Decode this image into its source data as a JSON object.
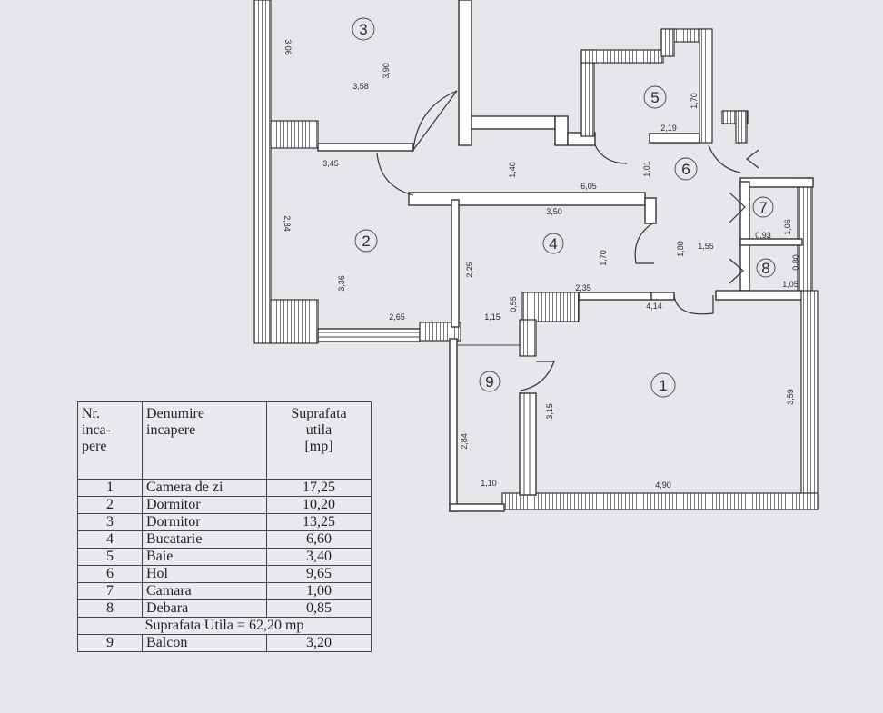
{
  "rooms": [
    {
      "num": "1",
      "name": "Camera de zi",
      "area": "17,25"
    },
    {
      "num": "2",
      "name": "Dormitor",
      "area": "10,20"
    },
    {
      "num": "3",
      "name": "Dormitor",
      "area": "13,25"
    },
    {
      "num": "4",
      "name": "Bucatarie",
      "area": "6,60"
    },
    {
      "num": "5",
      "name": "Baie",
      "area": "3,40"
    },
    {
      "num": "6",
      "name": "Hol",
      "area": "9,65"
    },
    {
      "num": "7",
      "name": "Camara",
      "area": "1,00"
    },
    {
      "num": "8",
      "name": "Debara",
      "area": "0,85"
    }
  ],
  "balcony": {
    "num": "9",
    "name": "Balcon",
    "area": "3,20"
  },
  "table": {
    "col1": "Nr. inca- pere",
    "col1_lines": [
      "Nr.",
      "inca-",
      "pere"
    ],
    "col2_lines": [
      "Denumire",
      "incapere"
    ],
    "col3_lines": [
      "Suprafata",
      "utila",
      "[mp]"
    ],
    "total_label": "Suprafata Utila",
    "total_eq": "=",
    "total_value": "62,20 mp"
  },
  "dimensions": {
    "r3_w": "3,58",
    "r3_h": "3,90",
    "r3_side": "3,06",
    "r2_top": "3,45",
    "r2_side": "2,84",
    "r2_h": "3,36",
    "r2_bottom": "2,65",
    "hall_h": "1,40",
    "hall_w": "6,05",
    "hall_s": "1,01",
    "r5_w": "2,19",
    "r5_h": "1,70",
    "r4_w": "3,50",
    "r4_h": "1,70",
    "r4_side": "2,25",
    "r4_bottom": "2,35",
    "r6_a": "1,80",
    "r6_b": "1,55",
    "r7_w": "0,93",
    "r7_h": "1,06",
    "r8_w": "1,05",
    "r8_h": "0,80",
    "r1_top": "4,14",
    "r1_side": "3,59",
    "r1_w": "4,90",
    "r9_h": "2,84",
    "r9_w": "1,10",
    "r9_in": "3,15",
    "b_a": "1,15",
    "b_b": "0,55"
  }
}
